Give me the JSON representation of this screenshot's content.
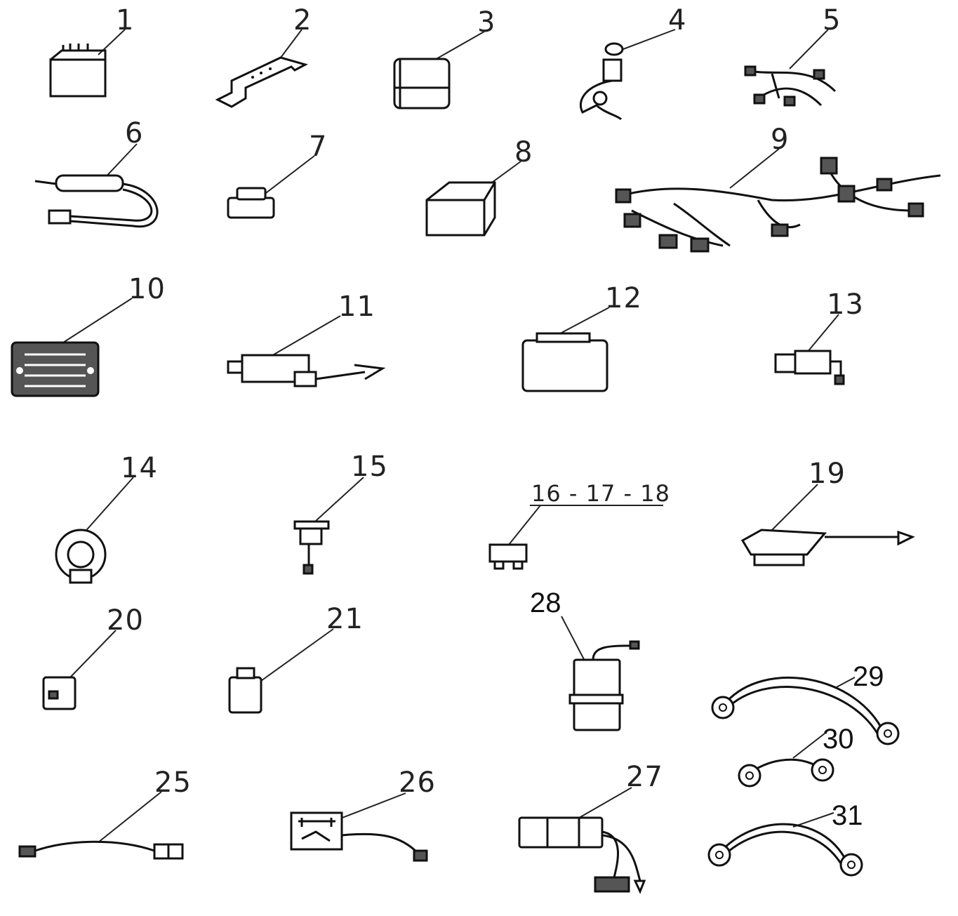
{
  "title": "Electrical components exploded parts diagram",
  "parts": {
    "p1": "1",
    "p2": "2",
    "p3": "3",
    "p4": "4",
    "p5": "5",
    "p6": "6",
    "p7": "7",
    "p8": "8",
    "p9": "9",
    "p10": "10",
    "p11": "11",
    "p12": "12",
    "p13": "13",
    "p14": "14",
    "p15": "15",
    "p16_18": "16 - 17 - 18",
    "p19": "19",
    "p20": "20",
    "p21": "21",
    "p28": "28",
    "p29": "29",
    "p30": "30",
    "p31": "31",
    "p25": "25",
    "p26": "26",
    "p27": "27"
  }
}
